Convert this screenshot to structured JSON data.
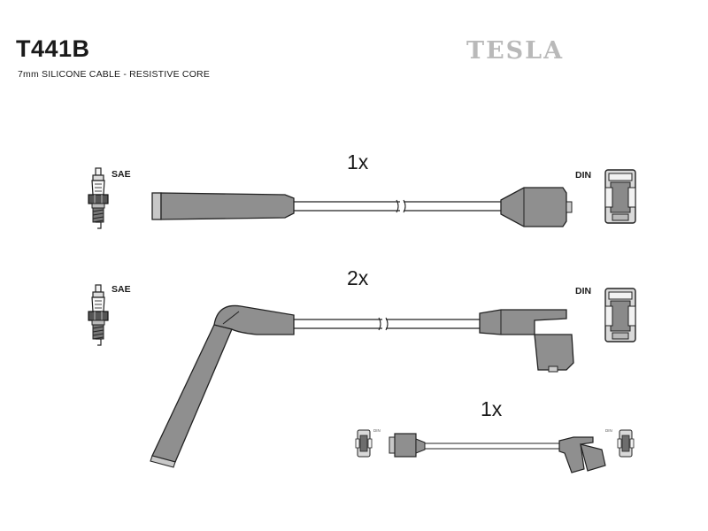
{
  "header": {
    "part_number": "T441B",
    "description": "7mm SILICONE CABLE - RESISTIVE CORE",
    "brand": "TESLA"
  },
  "rows": [
    {
      "quantity": "1x",
      "plug_label": "SAE",
      "end_label": "DIN"
    },
    {
      "quantity": "2x",
      "plug_label": "SAE",
      "end_label": "DIN"
    },
    {
      "quantity": "1x",
      "left_label": "DIN",
      "right_label": "DIN"
    }
  ]
}
